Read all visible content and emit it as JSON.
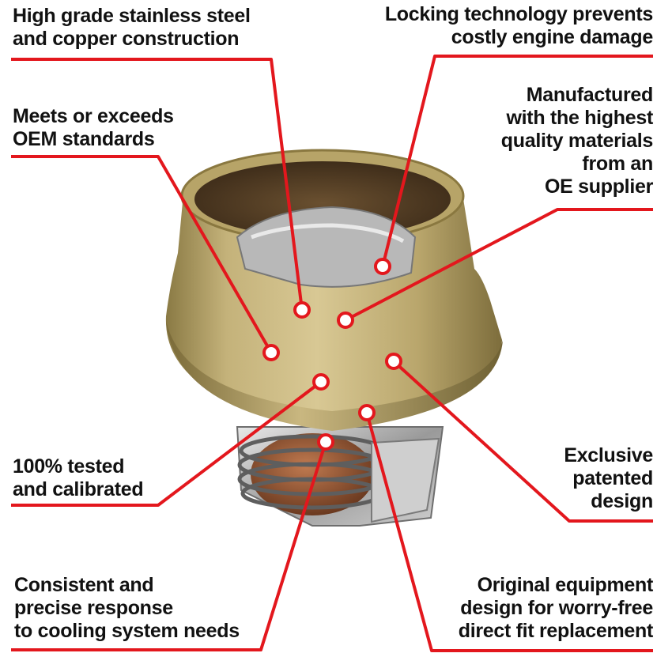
{
  "colors": {
    "callout_red": "#e3171d",
    "background": "#ffffff",
    "text": "#111111"
  },
  "image": {
    "subject": "thermostat-product-photo"
  },
  "callouts": [
    {
      "id": "stainless",
      "lines": [
        "High grade stainless steel",
        "and copper construction"
      ]
    },
    {
      "id": "locking",
      "lines": [
        "Locking technology prevents",
        "costly engine damage"
      ]
    },
    {
      "id": "oem-standards",
      "lines": [
        "Meets or exceeds",
        "OEM standards"
      ]
    },
    {
      "id": "materials",
      "lines": [
        "Manufactured",
        "with the highest",
        "quality materials",
        "from an",
        "OE supplier"
      ]
    },
    {
      "id": "tested",
      "lines": [
        "100% tested",
        "and calibrated"
      ]
    },
    {
      "id": "patented",
      "lines": [
        "Exclusive",
        "patented",
        "design"
      ]
    },
    {
      "id": "response",
      "lines": [
        "Consistent and",
        "precise response",
        "to cooling system needs"
      ]
    },
    {
      "id": "direct-fit",
      "lines": [
        "Original equipment",
        "design for worry-free",
        "direct fit replacement"
      ]
    }
  ]
}
